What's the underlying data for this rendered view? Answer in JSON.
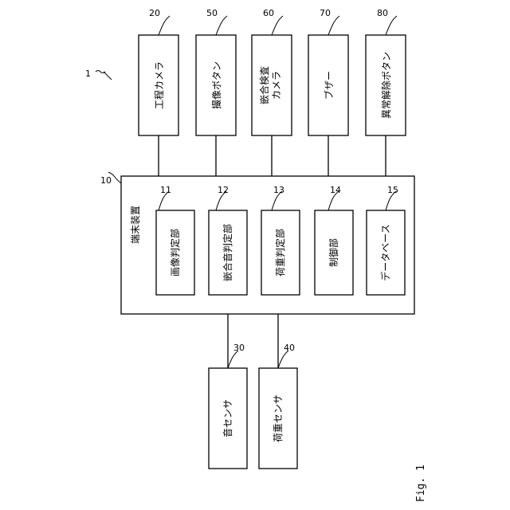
{
  "figure": {
    "ref_number": "1",
    "caption": "Fig. 1"
  },
  "devices": [
    {
      "label": "工程カメラ",
      "ref": "20"
    },
    {
      "label": "撮像ボタン",
      "ref": "50"
    },
    {
      "label_line1": "嵌合検査",
      "label_line2": "カメラ",
      "ref": "60"
    },
    {
      "label": "ブザー",
      "ref": "70"
    },
    {
      "label": "異常解除ボタン",
      "ref": "80"
    }
  ],
  "terminal": {
    "label": "端末装置",
    "ref": "10",
    "units": [
      {
        "label": "画像判定部",
        "ref": "11"
      },
      {
        "label": "嵌合音判定部",
        "ref": "12"
      },
      {
        "label": "荷重判定部",
        "ref": "13"
      },
      {
        "label": "制御部",
        "ref": "14"
      },
      {
        "label": "データベース",
        "ref": "15"
      }
    ]
  },
  "sensors": [
    {
      "label": "音センサ",
      "ref": "30"
    },
    {
      "label": "荷重センサ",
      "ref": "40"
    }
  ]
}
